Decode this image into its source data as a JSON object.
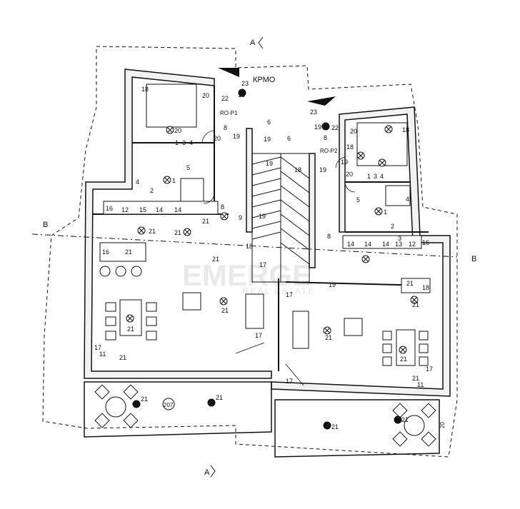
{
  "section_marks": {
    "a_top": "A",
    "a_bottom": "A",
    "b_left": "B",
    "b_right": "B"
  },
  "room_code": "КРМО",
  "area_tag": "207",
  "side_dim": "20",
  "panel_left": "RO-P1",
  "panel_right": "RO-P2",
  "watermark": {
    "main": "EMERGE",
    "sub": "REAL ESTATE"
  },
  "circuit_numbers": {
    "c23": "23",
    "c22": "22",
    "c21": "21",
    "c20": "20",
    "c19": "19",
    "c18": "18",
    "c17": "17",
    "c16": "16",
    "c15": "15",
    "c14": "14",
    "c13": "13",
    "c12": "12",
    "c11": "11",
    "c9": "9",
    "c8": "8",
    "c6": "6",
    "c5": "5",
    "c4": "4",
    "c3": "3",
    "c2": "2",
    "c1": "1"
  },
  "colors": {
    "ink": "#111111",
    "wall_fill": "#f2f2f2",
    "paper": "#ffffff"
  }
}
